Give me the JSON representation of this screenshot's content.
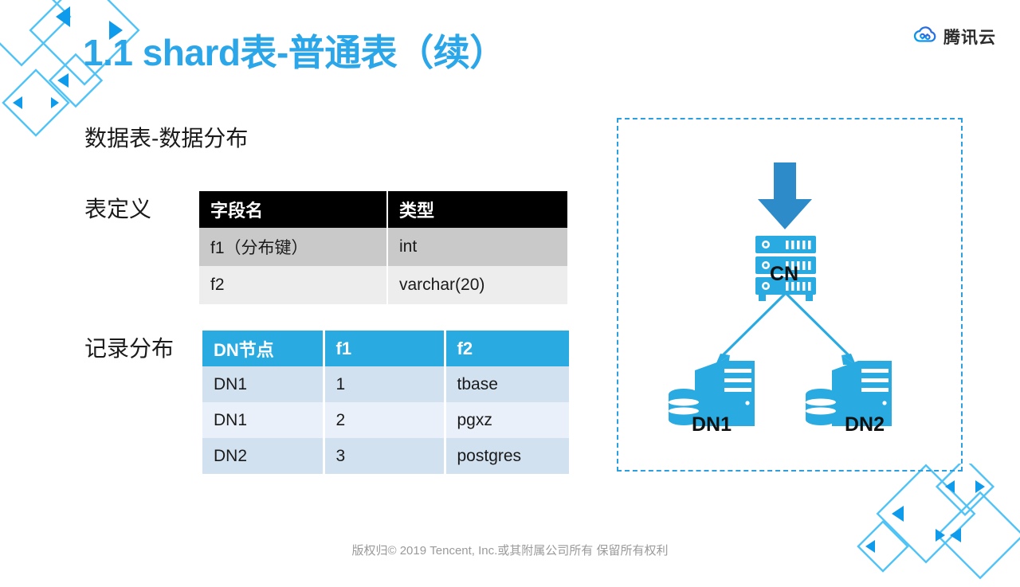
{
  "header": {
    "title": "1.1 shard表-普通表（续）",
    "title_color": "#2BA6E8",
    "brand_name": "腾讯云",
    "brand_icon": "cloud-icon"
  },
  "content": {
    "section_heading": "数据表-数据分布",
    "table_definition_label": "表定义",
    "record_distribution_label": "记录分布"
  },
  "table_definition": {
    "header_bg": "#000000",
    "columns": [
      "字段名",
      "类型"
    ],
    "rows": [
      [
        "f1（分布键）",
        "int"
      ],
      [
        "f2",
        "varchar(20)"
      ]
    ]
  },
  "table_records": {
    "header_bg": "#29ABE2",
    "columns": [
      "DN节点",
      "f1",
      "f2"
    ],
    "rows": [
      [
        "DN1",
        "1",
        "tbase"
      ],
      [
        "DN1",
        "2",
        "pgxz"
      ],
      [
        "DN2",
        "3",
        "postgres"
      ]
    ]
  },
  "topology": {
    "border_style": "dashed",
    "border_color": "#2B9FE0",
    "accent_color": "#29ABE2",
    "arrow_color": "#2E8BC9",
    "nodes": [
      {
        "id": "cn",
        "label": "CN",
        "icon": "server-rack-icon"
      },
      {
        "id": "dn1",
        "label": "DN1",
        "icon": "database-server-icon"
      },
      {
        "id": "dn2",
        "label": "DN2",
        "icon": "database-server-icon"
      }
    ],
    "inbound_arrow": "down-arrow-icon",
    "edges": [
      {
        "from": "cn",
        "to": "dn1"
      },
      {
        "from": "cn",
        "to": "dn2"
      }
    ]
  },
  "footer": {
    "copyright": "版权归© 2019 Tencent, Inc.或其附属公司所有 保留所有权利"
  },
  "decor": {
    "top_left": "diamond-pattern",
    "bottom_right": "diamond-pattern",
    "line_color": "#4FC3F7",
    "fill_color": "#0E9BEC"
  }
}
